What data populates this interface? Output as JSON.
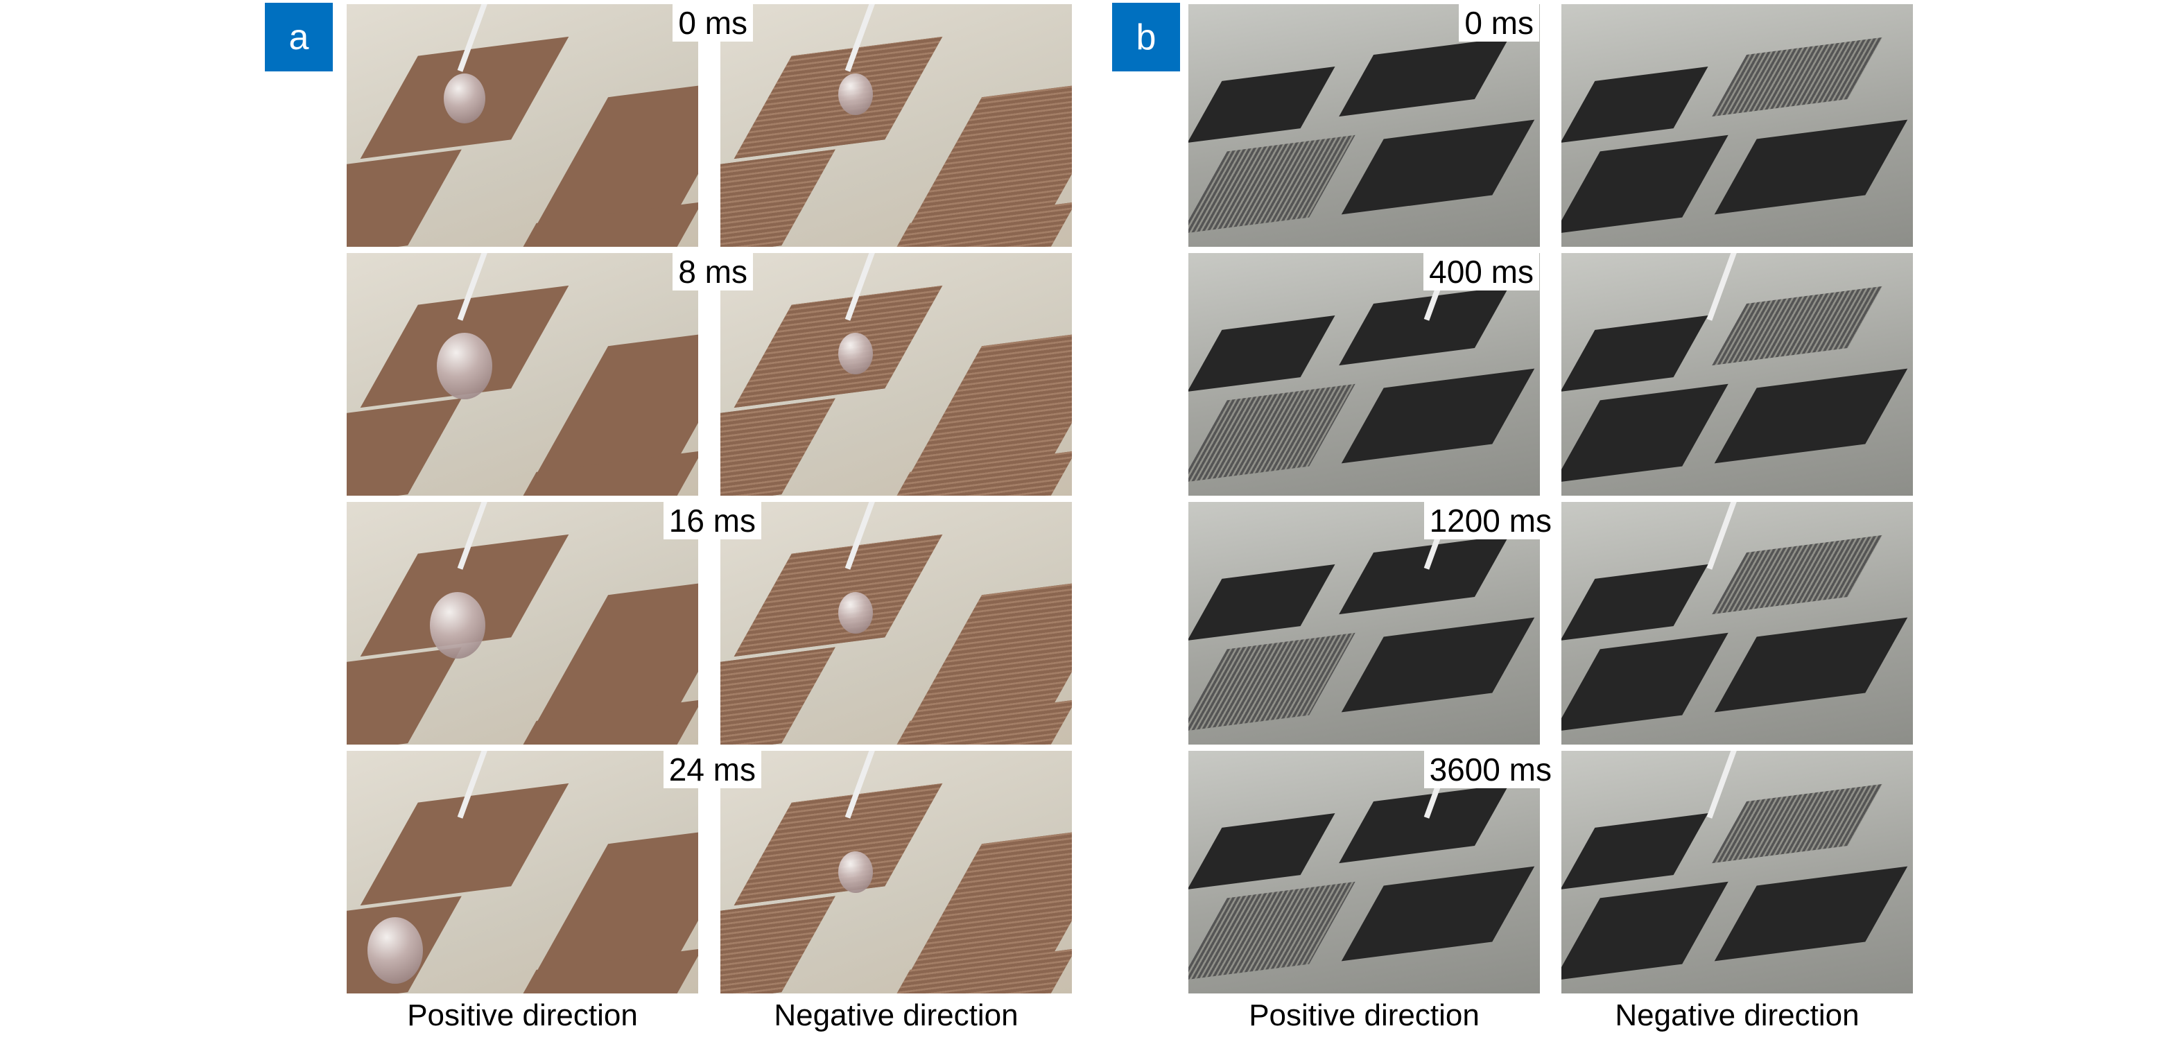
{
  "panels": [
    {
      "label": "a",
      "times": [
        "0 ms",
        "8 ms",
        "16 ms",
        "24 ms"
      ],
      "columns": [
        "Positive direction",
        "Negative direction"
      ]
    },
    {
      "label": "b",
      "times": [
        "0 ms",
        "400 ms",
        "1200 ms",
        "3600 ms"
      ],
      "columns": [
        "Positive direction",
        "Negative direction"
      ]
    }
  ],
  "colors": {
    "label_bg": "#0070c0"
  }
}
